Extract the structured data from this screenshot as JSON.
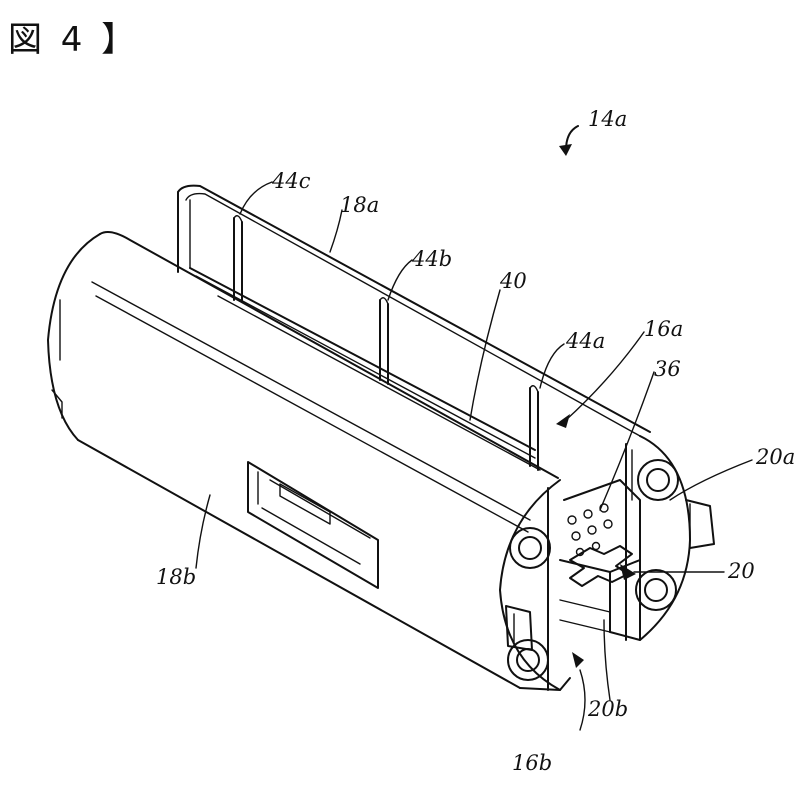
{
  "figure": {
    "title": "図 4 】"
  },
  "labels": {
    "l_14a": "14a",
    "l_44c": "44c",
    "l_18a": "18a",
    "l_44b": "44b",
    "l_40": "40",
    "l_44a": "44a",
    "l_16a": "16a",
    "l_36": "36",
    "l_20a": "20a",
    "l_20": "20",
    "l_18b": "18b",
    "l_20b": "20b",
    "l_16b": "16b"
  }
}
